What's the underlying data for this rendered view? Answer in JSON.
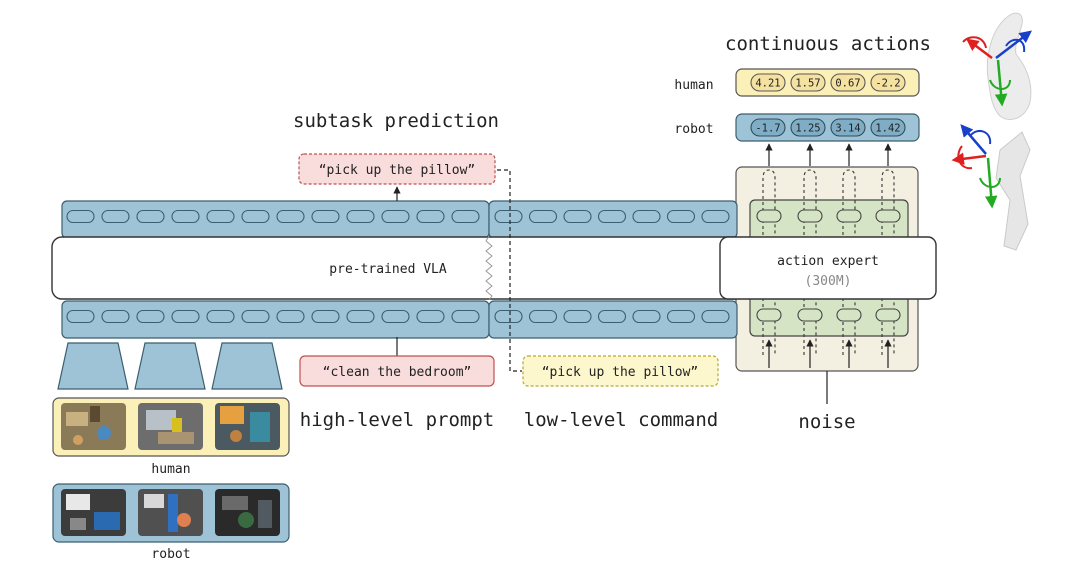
{
  "labels": {
    "subtask_prediction": "subtask prediction",
    "continuous_actions": "continuous actions",
    "row_human": "human",
    "row_robot": "robot",
    "vla": "pre-trained VLA",
    "action_expert": "action expert",
    "action_expert_size": "(300M)",
    "high_level_prompt": "high-level prompt",
    "low_level_command": "low-level command",
    "noise": "noise",
    "cam_human": "human",
    "cam_robot": "robot"
  },
  "subtask_output": "“pick up the pillow”",
  "prompt_text": "“clean the bedroom”",
  "command_text": "“pick up the pillow”",
  "human_actions": [
    "4.21",
    "1.57",
    "0.67",
    "-2.2"
  ],
  "robot_actions": [
    "-1.7",
    "1.25",
    "3.14",
    "1.42"
  ],
  "colors": {
    "token_blue": "#9fc3d6",
    "token_border": "#3a5f70",
    "human_yellow": "#fbf0b8",
    "prompt_pink": "#f9dcdc",
    "command_yellow": "#fdf7cd",
    "expert_beige": "#f4f0e1",
    "expert_green": "#d5e4c5",
    "axis_red": "#e02020",
    "axis_blue": "#1840c8",
    "axis_green": "#22aa22"
  },
  "icons": [
    "human-hand-icon",
    "robot-gripper-icon",
    "camera-image-thumbnail"
  ]
}
